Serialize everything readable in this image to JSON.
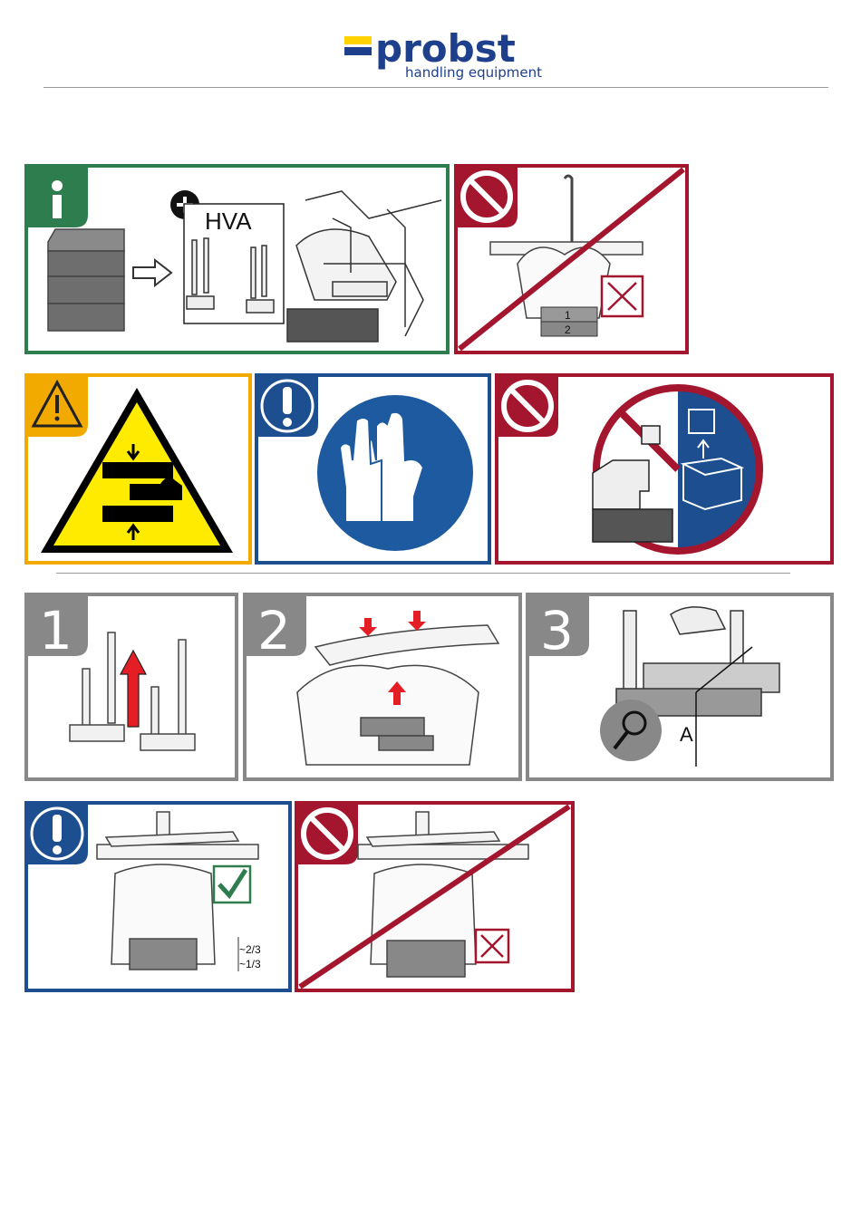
{
  "header": {
    "brand": "probst",
    "tagline": "handling equipment",
    "colors": {
      "brand_blue": "#1d3f8c",
      "brand_yellow": "#ffd200"
    }
  },
  "row1": {
    "info_panel": {
      "icon": "info-icon",
      "accessory_label": "HVA",
      "color": "#2e7d4f"
    },
    "prohibited_stack": {
      "icon": "prohibition-icon",
      "layer_labels": [
        "1",
        "2"
      ],
      "color": "#a3162e"
    }
  },
  "row2": {
    "warning": {
      "icon": "warning-icon",
      "symbol": "crush-hazard-hands",
      "color": "#f2a900"
    },
    "mandatory": {
      "icon": "exclamation-icon",
      "symbol": "wear-gloves",
      "color": "#1d4e8f"
    },
    "prohibited_lifting": {
      "icon": "prohibition-icon",
      "color": "#a3162e"
    }
  },
  "steps": [
    {
      "number": "1"
    },
    {
      "number": "2"
    },
    {
      "number": "3",
      "dimension_label": "A"
    }
  ],
  "row4": {
    "correct_grip": {
      "icon": "exclamation-icon",
      "ratio_upper": "~2/3",
      "ratio_lower": "~1/3",
      "check": "check-icon"
    },
    "wrong_grip": {
      "icon": "prohibition-icon",
      "cross": "cross-icon"
    }
  }
}
